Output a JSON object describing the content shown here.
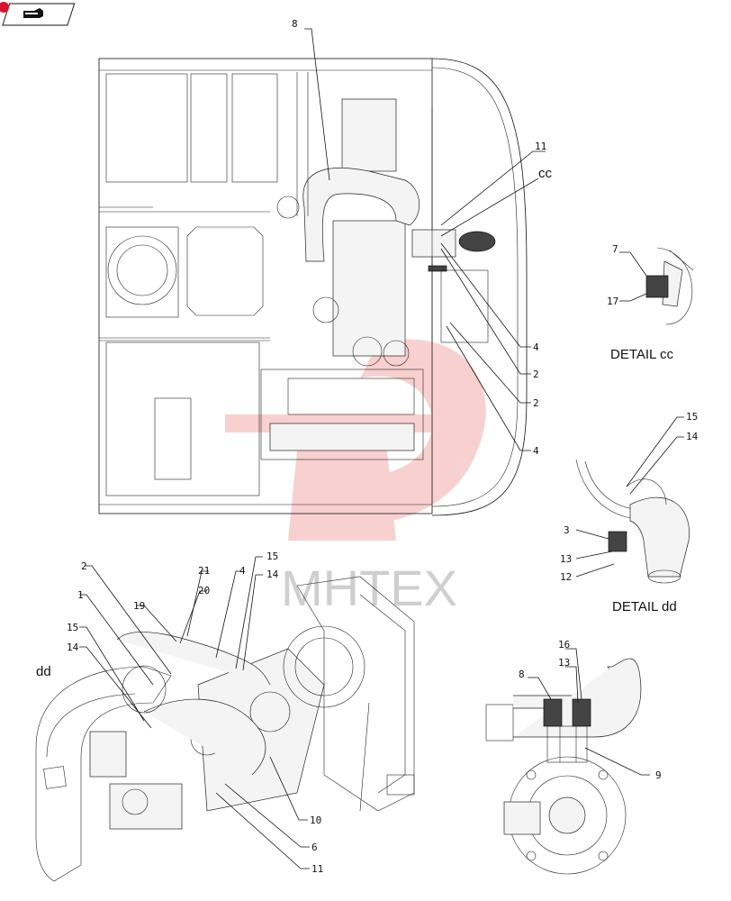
{
  "toolbar": {
    "back_button_icon": "pointing-hand-icon",
    "accent_color": "#e0102a"
  },
  "watermark": {
    "text": "MHTEX",
    "color": "#e03030"
  },
  "callouts": {
    "top_8": "8",
    "top_11": "11",
    "top_cc": "cc",
    "top_4a": "4",
    "top_2a": "2",
    "top_2b": "2",
    "top_4b": "4",
    "iso_2": "2",
    "iso_1": "1",
    "iso_21": "21",
    "iso_20": "20",
    "iso_4": "4",
    "iso_15a": "15",
    "iso_14a": "14",
    "iso_19": "19",
    "iso_15b": "15",
    "iso_14b": "14",
    "iso_dd": "dd",
    "iso_10": "10",
    "iso_6": "6",
    "iso_11": "11",
    "cc_7": "7",
    "cc_17": "17",
    "dd_15": "15",
    "dd_14": "14",
    "dd_3": "3",
    "dd_13": "13",
    "dd_12": "12",
    "side_16": "16",
    "side_13": "13",
    "side_8": "8",
    "side_9": "9"
  },
  "details": {
    "cc_label": "DETAIL   cc",
    "dd_label": "DETAIL   dd"
  }
}
